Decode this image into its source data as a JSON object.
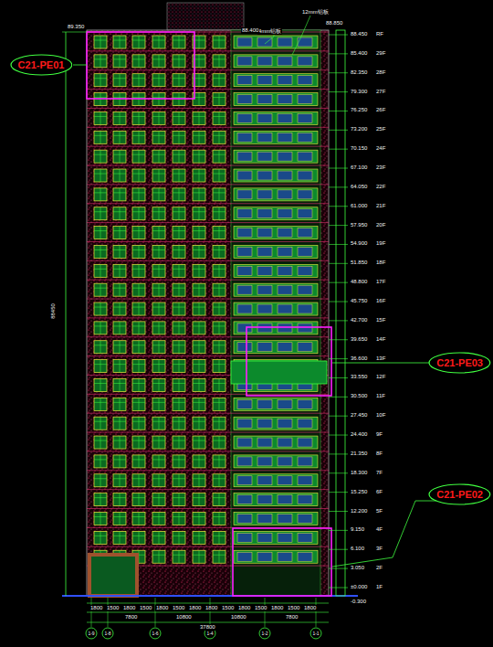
{
  "diagram": {
    "nodes": [
      {
        "text": [
          "C21-PE01"
        ]
      },
      {
        "text": [
          "C21-PE03"
        ]
      },
      {
        "text": [
          "C21-PE02"
        ]
      }
    ],
    "labels": [
      "4mm铝板",
      "12mm铝板",
      "89.350",
      "88.400",
      "88.850",
      "88.450",
      "RF",
      "85.400",
      "29F",
      "82.350",
      "28F",
      "79.300",
      "27F",
      "76.250",
      "26F",
      "73.200",
      "25F",
      "70.150",
      "24F",
      "67.100",
      "23F",
      "64.050",
      "22F",
      "61.000",
      "21F",
      "57.950",
      "20F",
      "54.900",
      "19F",
      "51.850",
      "18F",
      "48.800",
      "17F",
      "45.750",
      "16F",
      "42.700",
      "15F",
      "39.650",
      "14F",
      "36.600",
      "13F",
      "33.550",
      "12F",
      "30.500",
      "11F",
      "27.450",
      "10F",
      "24.400",
      "9F",
      "21.350",
      "8F",
      "18.300",
      "7F",
      "15.250",
      "6F",
      "12.200",
      "5F",
      "9.150",
      "4F",
      "6.100",
      "3F",
      "3.050",
      "2F",
      "±0.000",
      "1F",
      "-0.300",
      "88450",
      "1800",
      "1500",
      "1800",
      "1500",
      "1800",
      "1500",
      "1800",
      "1800",
      "1500",
      "1800",
      "1500",
      "1800",
      "1500",
      "1800",
      "7800",
      "10800",
      "10800",
      "7800",
      "37800",
      "1-9",
      "1-8",
      "1-6",
      "1-4",
      "1-2",
      "1-1"
    ]
  }
}
